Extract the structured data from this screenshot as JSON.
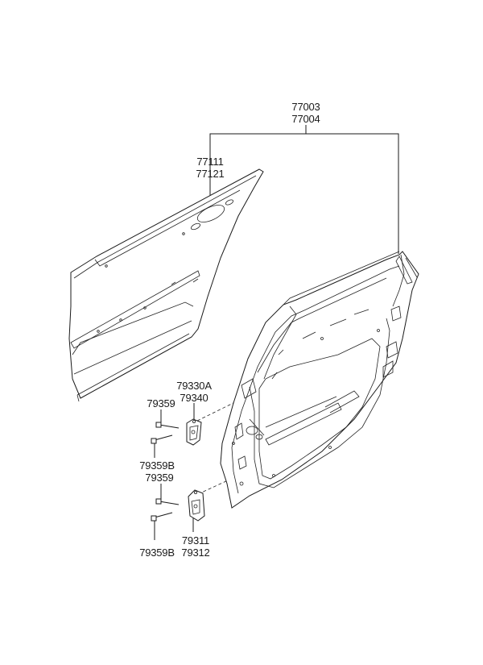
{
  "callouts": {
    "door_assy_lh": "77003",
    "door_assy_rh": "77004",
    "outer_panel_lh": "77111",
    "outer_panel_rh": "77121",
    "upper_hinge_lh": "79330A",
    "upper_hinge_rh": "79340",
    "upper_bolt": "79359",
    "upper_bolt_b": "79359B",
    "lower_bolt": "79359",
    "lower_hinge_lh": "79311",
    "lower_hinge_rh": "79312",
    "lower_bolt_b": "79359B"
  }
}
